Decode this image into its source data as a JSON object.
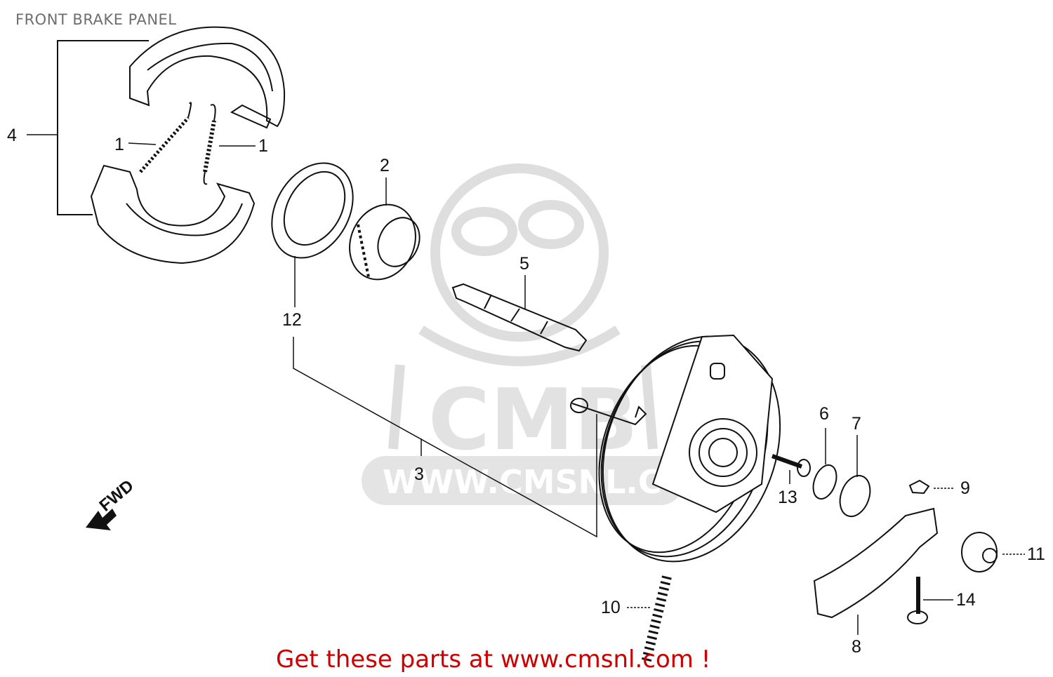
{
  "diagram": {
    "title": "FRONT BRAKE PANEL",
    "watermark": {
      "logo": "CMB",
      "url": "WWW.CMSNL.COM"
    },
    "direction_indicator": "FWD",
    "callouts": [
      {
        "ref": "1",
        "part": "brake-shoe-spring-left"
      },
      {
        "ref": "1",
        "part": "brake-shoe-spring-right"
      },
      {
        "ref": "2",
        "part": "speedometer-gear"
      },
      {
        "ref": "3",
        "part": "front-brake-panel"
      },
      {
        "ref": "4",
        "part": "brake-shoe-set"
      },
      {
        "ref": "5",
        "part": "brake-cam"
      },
      {
        "ref": "6",
        "part": "dust-seal"
      },
      {
        "ref": "7",
        "part": "wear-indicator-plate"
      },
      {
        "ref": "8",
        "part": "brake-arm"
      },
      {
        "ref": "9",
        "part": "clip"
      },
      {
        "ref": "10",
        "part": "return-spring"
      },
      {
        "ref": "11",
        "part": "nut"
      },
      {
        "ref": "12",
        "part": "oil-seal"
      },
      {
        "ref": "13",
        "part": "bolt"
      },
      {
        "ref": "14",
        "part": "flange-bolt"
      }
    ],
    "footer": "Get these parts at www.cmsnl.com !",
    "colors": {
      "line": "#111111",
      "watermark": "#dcdcdc",
      "footer": "#cc0000",
      "title": "#6e6e6e"
    }
  }
}
